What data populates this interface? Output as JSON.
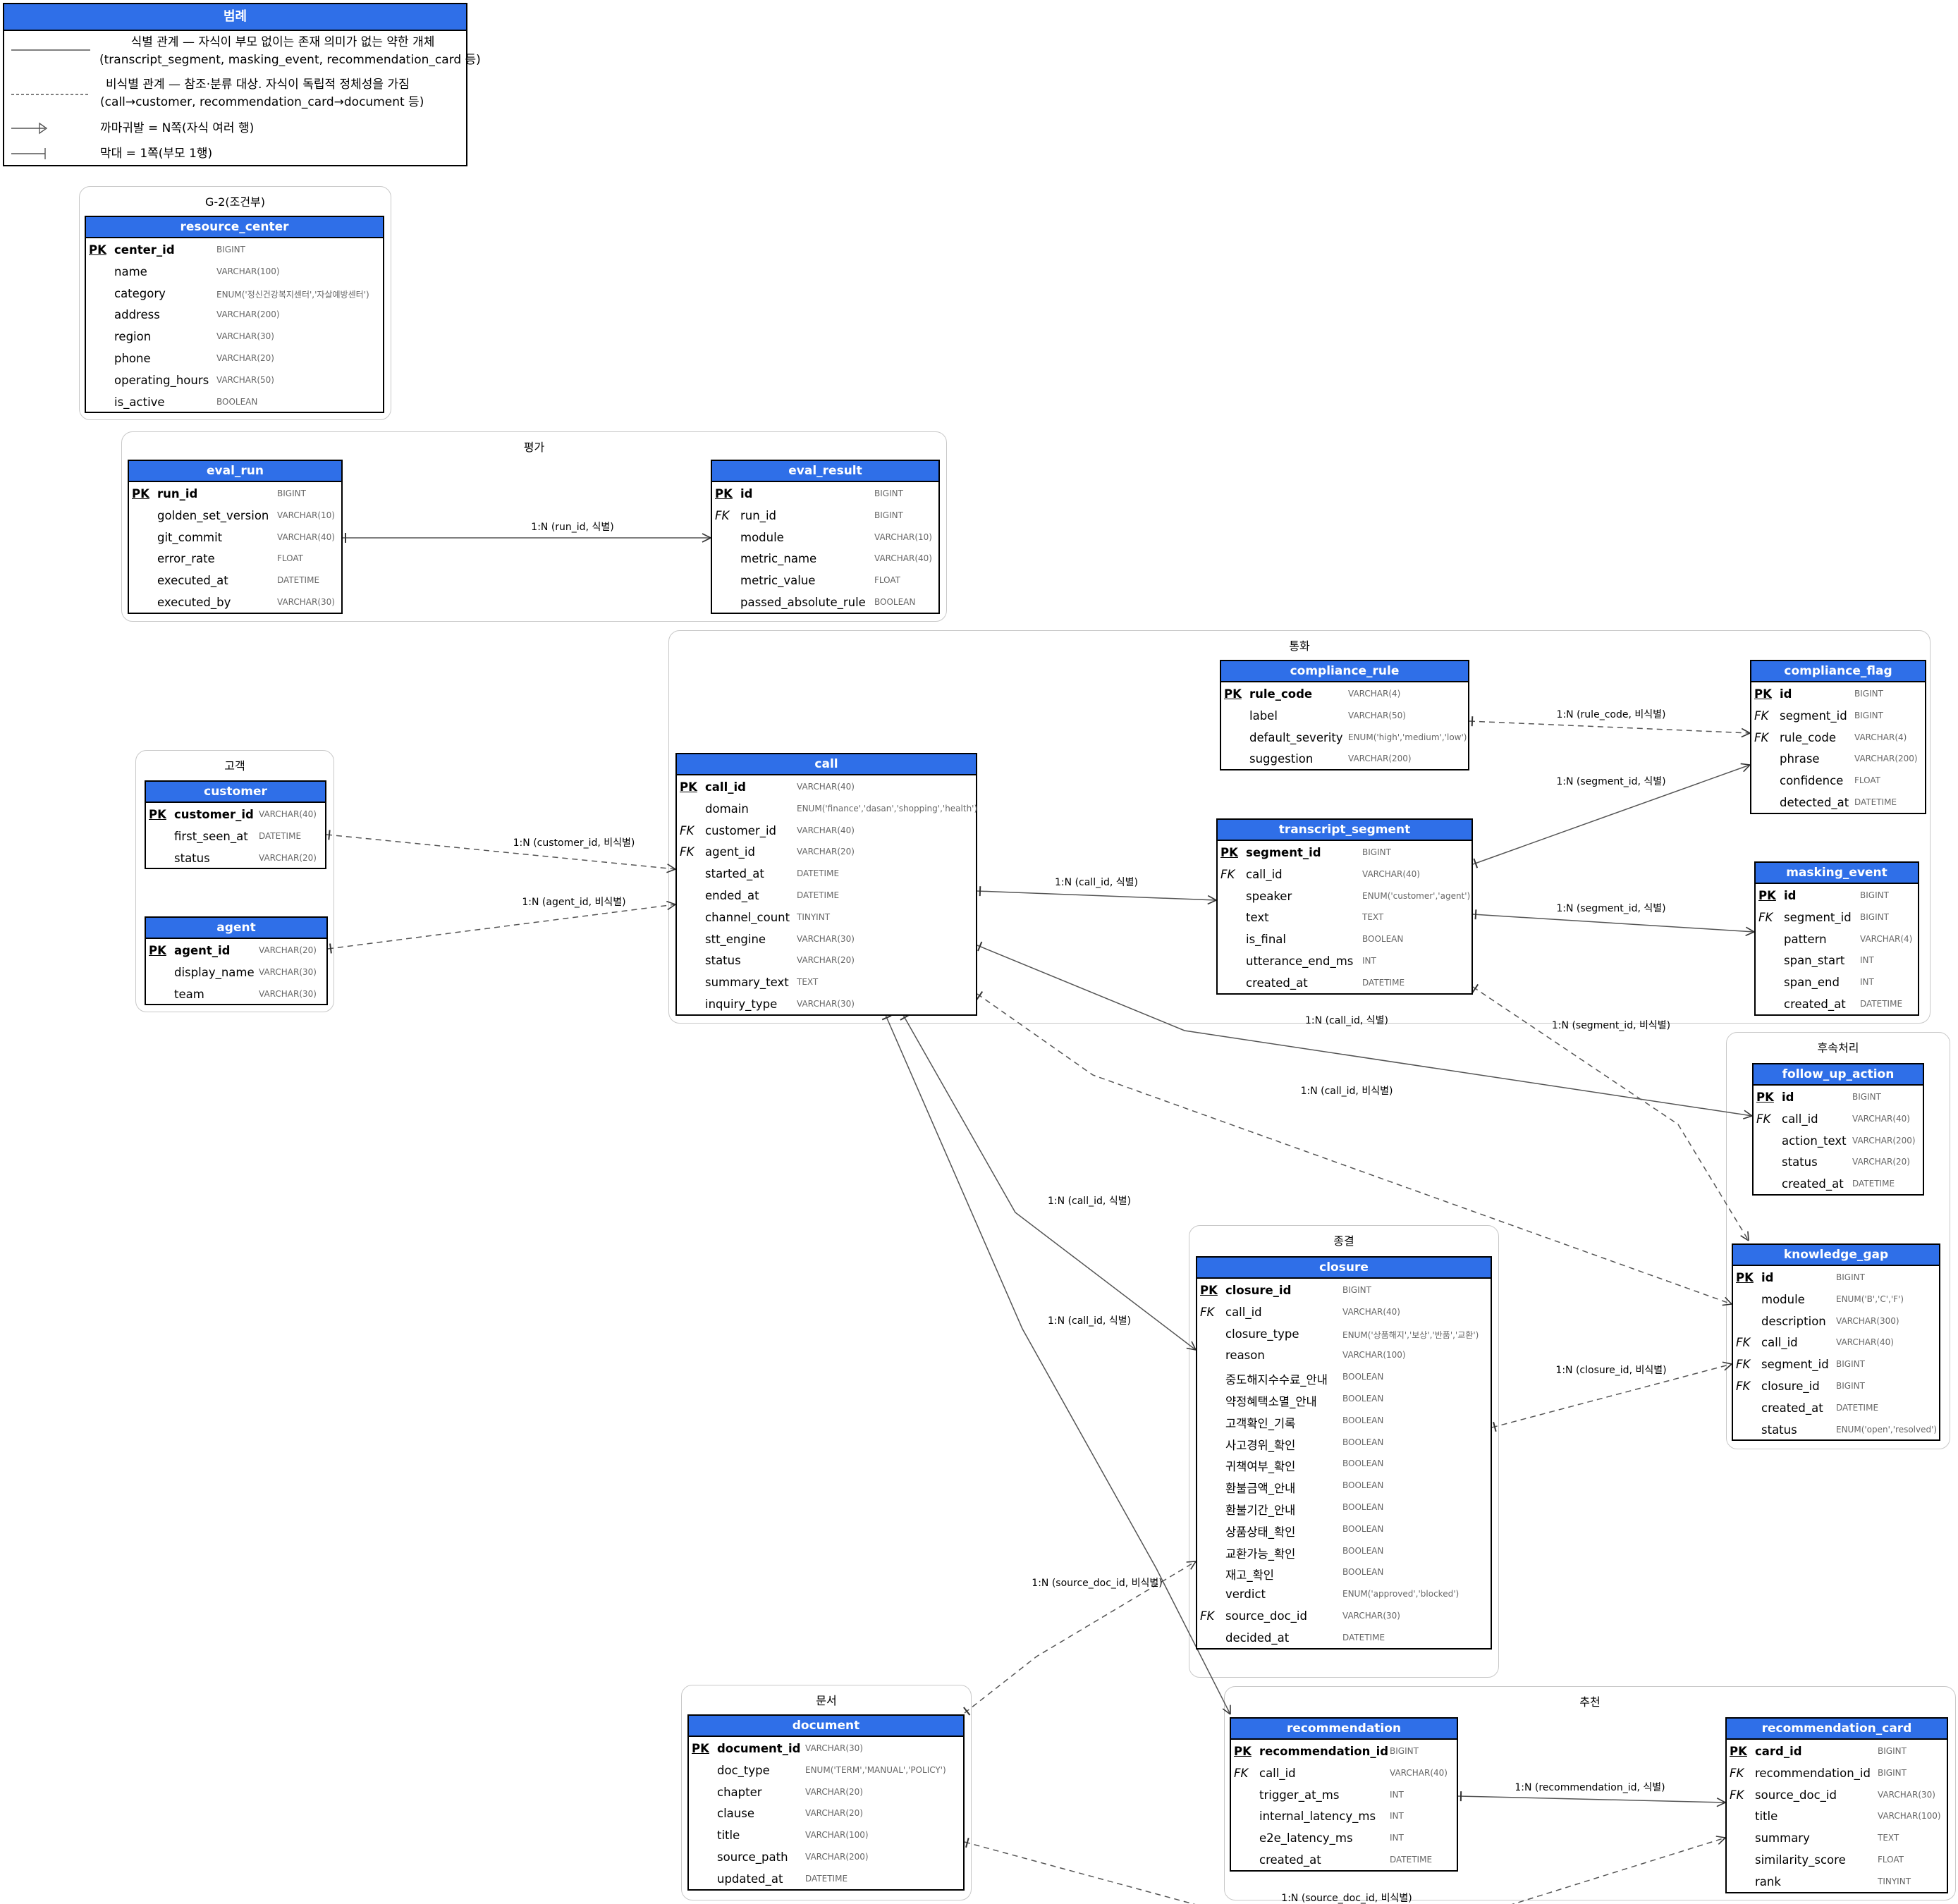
{
  "legend": {
    "title": "범례",
    "identifying_line1": "식별 관계 — 자식이 부모 없이는 존재 의미가 없는 약한 개체",
    "identifying_line2": "(transcript_segment, masking_event, recommendation_card 등)",
    "non_identifying_line1": "비식별 관계 — 참조·분류 대상. 자식이 독립적 정체성을 가짐",
    "non_identifying_line2": "(call→customer, recommendation_card→document 등)",
    "crowfoot": "까마귀발 = N쪽(자식 여러 행)",
    "bar": "막대 = 1쪽(부모 1행)"
  },
  "clusters": [
    {
      "id": "g2",
      "title": "G-2(조건부)"
    },
    {
      "id": "eval",
      "title": "평가"
    },
    {
      "id": "tonghwa",
      "title": "통화"
    },
    {
      "id": "gogaek",
      "title": "고객"
    },
    {
      "id": "husok",
      "title": "후속처리"
    },
    {
      "id": "jonggyeol",
      "title": "종결"
    },
    {
      "id": "munseo",
      "title": "문서"
    },
    {
      "id": "chucheon",
      "title": "추천"
    }
  ],
  "entities": [
    {
      "id": "resource_center",
      "title": "resource_center",
      "cols": [
        {
          "k": "PK",
          "n": "center_id",
          "t": "BIGINT"
        },
        {
          "k": "",
          "n": "name",
          "t": "VARCHAR(100)"
        },
        {
          "k": "",
          "n": "category",
          "t": "ENUM('정신건강복지센터','자살예방센터')"
        },
        {
          "k": "",
          "n": "address",
          "t": "VARCHAR(200)"
        },
        {
          "k": "",
          "n": "region",
          "t": "VARCHAR(30)"
        },
        {
          "k": "",
          "n": "phone",
          "t": "VARCHAR(20)"
        },
        {
          "k": "",
          "n": "operating_hours",
          "t": "VARCHAR(50)"
        },
        {
          "k": "",
          "n": "is_active",
          "t": "BOOLEAN"
        }
      ]
    },
    {
      "id": "eval_run",
      "title": "eval_run",
      "cols": [
        {
          "k": "PK",
          "n": "run_id",
          "t": "BIGINT"
        },
        {
          "k": "",
          "n": "golden_set_version",
          "t": "VARCHAR(10)"
        },
        {
          "k": "",
          "n": "git_commit",
          "t": "VARCHAR(40)"
        },
        {
          "k": "",
          "n": "error_rate",
          "t": "FLOAT"
        },
        {
          "k": "",
          "n": "executed_at",
          "t": "DATETIME"
        },
        {
          "k": "",
          "n": "executed_by",
          "t": "VARCHAR(30)"
        }
      ]
    },
    {
      "id": "eval_result",
      "title": "eval_result",
      "cols": [
        {
          "k": "PK",
          "n": "id",
          "t": "BIGINT"
        },
        {
          "k": "FK",
          "n": "run_id",
          "t": "BIGINT"
        },
        {
          "k": "",
          "n": "module",
          "t": "VARCHAR(10)"
        },
        {
          "k": "",
          "n": "metric_name",
          "t": "VARCHAR(40)"
        },
        {
          "k": "",
          "n": "metric_value",
          "t": "FLOAT"
        },
        {
          "k": "",
          "n": "passed_absolute_rule",
          "t": "BOOLEAN"
        }
      ]
    },
    {
      "id": "customer",
      "title": "customer",
      "cols": [
        {
          "k": "PK",
          "n": "customer_id",
          "t": "VARCHAR(40)"
        },
        {
          "k": "",
          "n": "first_seen_at",
          "t": "DATETIME"
        },
        {
          "k": "",
          "n": "status",
          "t": "VARCHAR(20)"
        }
      ]
    },
    {
      "id": "agent",
      "title": "agent",
      "cols": [
        {
          "k": "PK",
          "n": "agent_id",
          "t": "VARCHAR(20)"
        },
        {
          "k": "",
          "n": "display_name",
          "t": "VARCHAR(30)"
        },
        {
          "k": "",
          "n": "team",
          "t": "VARCHAR(30)"
        }
      ]
    },
    {
      "id": "call",
      "title": "call",
      "cols": [
        {
          "k": "PK",
          "n": "call_id",
          "t": "VARCHAR(40)"
        },
        {
          "k": "",
          "n": "domain",
          "t": "ENUM('finance','dasan','shopping','health')"
        },
        {
          "k": "FK",
          "n": "customer_id",
          "t": "VARCHAR(40)"
        },
        {
          "k": "FK",
          "n": "agent_id",
          "t": "VARCHAR(20)"
        },
        {
          "k": "",
          "n": "started_at",
          "t": "DATETIME"
        },
        {
          "k": "",
          "n": "ended_at",
          "t": "DATETIME"
        },
        {
          "k": "",
          "n": "channel_count",
          "t": "TINYINT"
        },
        {
          "k": "",
          "n": "stt_engine",
          "t": "VARCHAR(30)"
        },
        {
          "k": "",
          "n": "status",
          "t": "VARCHAR(20)"
        },
        {
          "k": "",
          "n": "summary_text",
          "t": "TEXT"
        },
        {
          "k": "",
          "n": "inquiry_type",
          "t": "VARCHAR(30)"
        }
      ]
    },
    {
      "id": "compliance_rule",
      "title": "compliance_rule",
      "cols": [
        {
          "k": "PK",
          "n": "rule_code",
          "t": "VARCHAR(4)"
        },
        {
          "k": "",
          "n": "label",
          "t": "VARCHAR(50)"
        },
        {
          "k": "",
          "n": "default_severity",
          "t": "ENUM('high','medium','low')"
        },
        {
          "k": "",
          "n": "suggestion",
          "t": "VARCHAR(200)"
        }
      ]
    },
    {
      "id": "compliance_flag",
      "title": "compliance_flag",
      "cols": [
        {
          "k": "PK",
          "n": "id",
          "t": "BIGINT"
        },
        {
          "k": "FK",
          "n": "segment_id",
          "t": "BIGINT"
        },
        {
          "k": "FK",
          "n": "rule_code",
          "t": "VARCHAR(4)"
        },
        {
          "k": "",
          "n": "phrase",
          "t": "VARCHAR(200)"
        },
        {
          "k": "",
          "n": "confidence",
          "t": "FLOAT"
        },
        {
          "k": "",
          "n": "detected_at",
          "t": "DATETIME"
        }
      ]
    },
    {
      "id": "transcript_segment",
      "title": "transcript_segment",
      "cols": [
        {
          "k": "PK",
          "n": "segment_id",
          "t": "BIGINT"
        },
        {
          "k": "FK",
          "n": "call_id",
          "t": "VARCHAR(40)"
        },
        {
          "k": "",
          "n": "speaker",
          "t": "ENUM('customer','agent')"
        },
        {
          "k": "",
          "n": "text",
          "t": "TEXT"
        },
        {
          "k": "",
          "n": "is_final",
          "t": "BOOLEAN"
        },
        {
          "k": "",
          "n": "utterance_end_ms",
          "t": "INT"
        },
        {
          "k": "",
          "n": "created_at",
          "t": "DATETIME"
        }
      ]
    },
    {
      "id": "masking_event",
      "title": "masking_event",
      "cols": [
        {
          "k": "PK",
          "n": "id",
          "t": "BIGINT"
        },
        {
          "k": "FK",
          "n": "segment_id",
          "t": "BIGINT"
        },
        {
          "k": "",
          "n": "pattern",
          "t": "VARCHAR(4)"
        },
        {
          "k": "",
          "n": "span_start",
          "t": "INT"
        },
        {
          "k": "",
          "n": "span_end",
          "t": "INT"
        },
        {
          "k": "",
          "n": "created_at",
          "t": "DATETIME"
        }
      ]
    },
    {
      "id": "follow_up_action",
      "title": "follow_up_action",
      "cols": [
        {
          "k": "PK",
          "n": "id",
          "t": "BIGINT"
        },
        {
          "k": "FK",
          "n": "call_id",
          "t": "VARCHAR(40)"
        },
        {
          "k": "",
          "n": "action_text",
          "t": "VARCHAR(200)"
        },
        {
          "k": "",
          "n": "status",
          "t": "VARCHAR(20)"
        },
        {
          "k": "",
          "n": "created_at",
          "t": "DATETIME"
        }
      ]
    },
    {
      "id": "knowledge_gap",
      "title": "knowledge_gap",
      "cols": [
        {
          "k": "PK",
          "n": "id",
          "t": "BIGINT"
        },
        {
          "k": "",
          "n": "module",
          "t": "ENUM('B','C','F')"
        },
        {
          "k": "",
          "n": "description",
          "t": "VARCHAR(300)"
        },
        {
          "k": "FK",
          "n": "call_id",
          "t": "VARCHAR(40)"
        },
        {
          "k": "FK",
          "n": "segment_id",
          "t": "BIGINT"
        },
        {
          "k": "FK",
          "n": "closure_id",
          "t": "BIGINT"
        },
        {
          "k": "",
          "n": "created_at",
          "t": "DATETIME"
        },
        {
          "k": "",
          "n": "status",
          "t": "ENUM('open','resolved')"
        }
      ]
    },
    {
      "id": "closure",
      "title": "closure",
      "cols": [
        {
          "k": "PK",
          "n": "closure_id",
          "t": "BIGINT"
        },
        {
          "k": "FK",
          "n": "call_id",
          "t": "VARCHAR(40)"
        },
        {
          "k": "",
          "n": "closure_type",
          "t": "ENUM('상품해지','보상','반품','교환')"
        },
        {
          "k": "",
          "n": "reason",
          "t": "VARCHAR(100)"
        },
        {
          "k": "",
          "n": "중도해지수수료_안내",
          "t": "BOOLEAN"
        },
        {
          "k": "",
          "n": "약정혜택소멸_안내",
          "t": "BOOLEAN"
        },
        {
          "k": "",
          "n": "고객확인_기록",
          "t": "BOOLEAN"
        },
        {
          "k": "",
          "n": "사고경위_확인",
          "t": "BOOLEAN"
        },
        {
          "k": "",
          "n": "귀책여부_확인",
          "t": "BOOLEAN"
        },
        {
          "k": "",
          "n": "환불금액_안내",
          "t": "BOOLEAN"
        },
        {
          "k": "",
          "n": "환불기간_안내",
          "t": "BOOLEAN"
        },
        {
          "k": "",
          "n": "상품상태_확인",
          "t": "BOOLEAN"
        },
        {
          "k": "",
          "n": "교환가능_확인",
          "t": "BOOLEAN"
        },
        {
          "k": "",
          "n": "재고_확인",
          "t": "BOOLEAN"
        },
        {
          "k": "",
          "n": "verdict",
          "t": "ENUM('approved','blocked')"
        },
        {
          "k": "FK",
          "n": "source_doc_id",
          "t": "VARCHAR(30)"
        },
        {
          "k": "",
          "n": "decided_at",
          "t": "DATETIME"
        }
      ]
    },
    {
      "id": "document",
      "title": "document",
      "cols": [
        {
          "k": "PK",
          "n": "document_id",
          "t": "VARCHAR(30)"
        },
        {
          "k": "",
          "n": "doc_type",
          "t": "ENUM('TERM','MANUAL','POLICY')"
        },
        {
          "k": "",
          "n": "chapter",
          "t": "VARCHAR(20)"
        },
        {
          "k": "",
          "n": "clause",
          "t": "VARCHAR(20)"
        },
        {
          "k": "",
          "n": "title",
          "t": "VARCHAR(100)"
        },
        {
          "k": "",
          "n": "source_path",
          "t": "VARCHAR(200)"
        },
        {
          "k": "",
          "n": "updated_at",
          "t": "DATETIME"
        }
      ]
    },
    {
      "id": "recommendation",
      "title": "recommendation",
      "cols": [
        {
          "k": "PK",
          "n": "recommendation_id",
          "t": "BIGINT"
        },
        {
          "k": "FK",
          "n": "call_id",
          "t": "VARCHAR(40)"
        },
        {
          "k": "",
          "n": "trigger_at_ms",
          "t": "INT"
        },
        {
          "k": "",
          "n": "internal_latency_ms",
          "t": "INT"
        },
        {
          "k": "",
          "n": "e2e_latency_ms",
          "t": "INT"
        },
        {
          "k": "",
          "n": "created_at",
          "t": "DATETIME"
        }
      ]
    },
    {
      "id": "recommendation_card",
      "title": "recommendation_card",
      "cols": [
        {
          "k": "PK",
          "n": "card_id",
          "t": "BIGINT"
        },
        {
          "k": "FK",
          "n": "recommendation_id",
          "t": "BIGINT"
        },
        {
          "k": "FK",
          "n": "source_doc_id",
          "t": "VARCHAR(30)"
        },
        {
          "k": "",
          "n": "title",
          "t": "VARCHAR(100)"
        },
        {
          "k": "",
          "n": "summary",
          "t": "TEXT"
        },
        {
          "k": "",
          "n": "similarity_score",
          "t": "FLOAT"
        },
        {
          "k": "",
          "n": "rank",
          "t": "TINYINT"
        }
      ]
    }
  ],
  "relations": [
    {
      "id": "run-result",
      "label": "1:N (run_id, 식별)",
      "style": "solid"
    },
    {
      "id": "customer-call",
      "label": "1:N (customer_id, 비식별)",
      "style": "dashed"
    },
    {
      "id": "agent-call",
      "label": "1:N (agent_id, 비식별)",
      "style": "dashed"
    },
    {
      "id": "rule-flag",
      "label": "1:N (rule_code, 비식별)",
      "style": "dashed"
    },
    {
      "id": "segment-flag",
      "label": "1:N (segment_id, 식별)",
      "style": "solid"
    },
    {
      "id": "call-segment",
      "label": "1:N (call_id, 식별)",
      "style": "solid"
    },
    {
      "id": "segment-masking",
      "label": "1:N (segment_id, 식별)",
      "style": "solid"
    },
    {
      "id": "call-followup",
      "label": "1:N (call_id, 식별)",
      "style": "solid"
    },
    {
      "id": "segment-gap",
      "label": "1:N (segment_id, 비식별)",
      "style": "dashed"
    },
    {
      "id": "call-gap",
      "label": "1:N (call_id, 비식별)",
      "style": "dashed"
    },
    {
      "id": "call-closure",
      "label": "1:N (call_id, 식별)",
      "style": "solid"
    },
    {
      "id": "call-recommendation",
      "label": "1:N (call_id, 식별)",
      "style": "solid"
    },
    {
      "id": "closure-gap",
      "label": "1:N (closure_id, 비식별)",
      "style": "dashed"
    },
    {
      "id": "document-closure",
      "label": "1:N (source_doc_id, 비식별)",
      "style": "dashed"
    },
    {
      "id": "recommendation-card",
      "label": "1:N (recommendation_id, 식별)",
      "style": "solid"
    },
    {
      "id": "document-card",
      "label": "1:N (source_doc_id, 비식별)",
      "style": "dashed"
    }
  ],
  "colors": {
    "header": "#2f6fe8",
    "line": "#555555",
    "type_text": "#666666"
  }
}
